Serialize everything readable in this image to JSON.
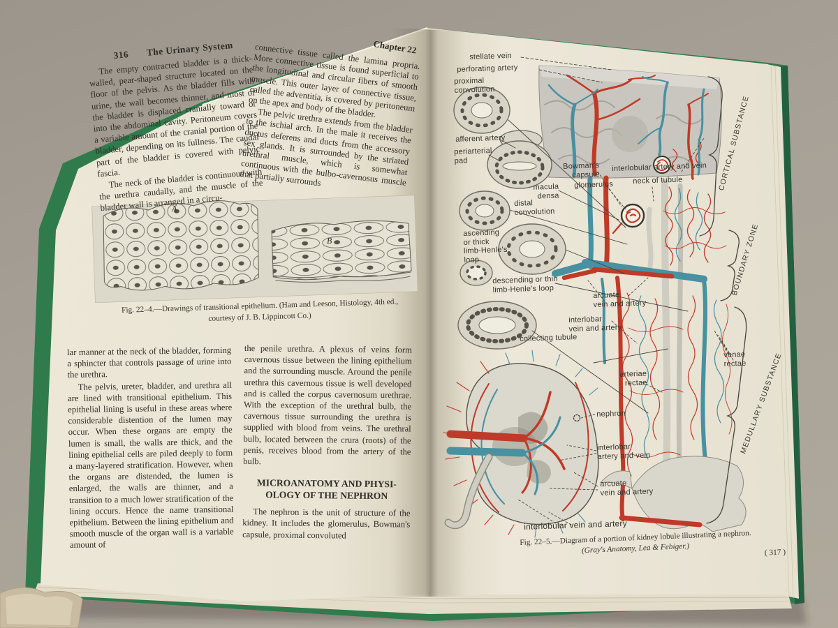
{
  "book": {
    "left_page": {
      "page_number": "316",
      "running_title": "The Urinary System",
      "col1_paras": [
        "The empty contracted bladder is a thick-walled, pear-shaped structure located on the floor of the pelvis. As the bladder fills with urine, the wall becomes thinner, and most of the bladder is displaced cranially toward or into the abdominal cavity. Peritoneum covers a variable amount of the cranial portion of the bladder, depending on its fullness. The caudal part of the bladder is covered with pelvic fascia.",
        "The neck of the bladder is continuous with the urethra caudally, and the muscle of the bladder wall is arranged in a circu-"
      ],
      "col2_paras": [
        "connective tissue called the lamina propria. More connective tissue is found superficial to the longitudinal and circular fibers of smooth muscle. This outer layer of connective tissue, called the adventitia, is covered by peritoneum on the apex and body of the bladder.",
        "The pelvic urethra extends from the bladder to the ischial arch. In the male it receives the ductus deferens and ducts from the accessory sex glands. It is surrounded by the striated urethral muscle, which is somewhat continuous with the bulbo-cavernosus muscle that partially surrounds"
      ],
      "figure_22_4": {
        "marker_a": "A",
        "marker_b": "B",
        "caption_line1": "Fig. 22–4.—Drawings of transitional epithelium. (Ham and Leeson, Histology, 4th ed.,",
        "caption_line2": "courtesy of J. B. Lippincott Co.)"
      },
      "col1_lower_paras": [
        "lar manner at the neck of the bladder, forming a sphincter that controls passage of urine into the urethra.",
        "The pelvis, ureter, bladder, and urethra all are lined with transitional epithelium. This epithelial lining is useful in these areas where considerable distention of the lumen may occur. When these organs are empty the lumen is small, the walls are thick, and the lining epithelial cells are piled deeply to form a many-layered stratification. However, when the organs are distended, the lumen is enlarged, the walls are thinner, and a transition to a much lower stratification of the lining occurs. Hence the name transitional epithelium. Between the lining epithelium and smooth muscle of the organ wall is a variable amount of"
      ],
      "col2_lower_para": "the penile urethra. A plexus of veins form cavernous tissue between the lining epithelium and the surrounding muscle. Around the penile urethra this cavernous tissue is well developed and is called the corpus cavernosum urethrae. With the exception of the urethral bulb, the cavernous tissue surrounding the urethra is supplied with blood from veins. The urethral bulb, located between the crura (roots) of the penis, receives blood from the artery of the bulb.",
      "section_heading_line1": "MICROANATOMY AND PHYSI-",
      "section_heading_line2": "OLOGY OF THE NEPHRON",
      "col2_after_heading": "The nephron is the unit of structure of the kidney. It includes the glomerulus, Bowman's capsule, proximal convoluted"
    },
    "right_page": {
      "chapter_header": "Chapter 22",
      "labels": [
        {
          "id": "stellate-vein",
          "text": "stellate vein"
        },
        {
          "id": "perforating-artery",
          "text": "perforating artery"
        },
        {
          "id": "proximal-convolution",
          "text": "proximal\nconvolution"
        },
        {
          "id": "afferent-artery",
          "text": "afferent artery"
        },
        {
          "id": "periarterial-pad",
          "text": "periarterial\npad"
        },
        {
          "id": "bowmans-capsule",
          "text": "Bowman's\ncapsule"
        },
        {
          "id": "interlobular-artery-and-vein",
          "text": "interlobular artery and vein"
        },
        {
          "id": "neck-of-tubule",
          "text": "neck of tubule"
        },
        {
          "id": "glomerulus",
          "text": "glomerulus"
        },
        {
          "id": "macula-densa",
          "text": "macula\ndensa"
        },
        {
          "id": "distal-convolution",
          "text": "distal\nconvolution"
        },
        {
          "id": "ascending-limb",
          "text": "ascending\nor thick\nlimb-Henle's\nloop"
        },
        {
          "id": "descending-limb",
          "text": "descending or thin\nlimb-Henle's loop"
        },
        {
          "id": "arcuate-vein-artery-upper",
          "text": "arcuate\nvein and artery"
        },
        {
          "id": "interlobar-vein-artery",
          "text": "interlobar\nvein and artery"
        },
        {
          "id": "collecting-tubule",
          "text": "collecting tubule"
        },
        {
          "id": "venae-rectae",
          "text": "venae\nrectae"
        },
        {
          "id": "arteriae-rectae",
          "text": "arteriae\nrectae"
        },
        {
          "id": "nephron",
          "text": "nephron"
        },
        {
          "id": "interlobar-artery-vein-kidney",
          "text": "interlobar\nartery and vein"
        },
        {
          "id": "arcuate-vein-artery-kidney",
          "text": "arcuate\nvein and artery"
        },
        {
          "id": "interlobular-vein-artery-kidney",
          "text": "interlobular vein and artery"
        }
      ],
      "zone_labels": {
        "cortical": "CORTICAL SUBSTANCE",
        "boundary": "BOUNDARY ZONE",
        "medullary": "MEDULLARY SUBSTANCE"
      },
      "caption_line1": "Fig. 22–5.—Diagram of a portion of kidney lobule illustrating a nephron.",
      "caption_line2": "(Gray's Anatomy, Lea & Febiger.)",
      "page_number": "( 317 )"
    },
    "colors": {
      "artery_red": "#bf3a28",
      "vein_teal": "#4791a1",
      "paper_cream": "#e9e4d4",
      "cover_green": "#2f7b4c",
      "fabric_gray": "#a49e94"
    }
  }
}
